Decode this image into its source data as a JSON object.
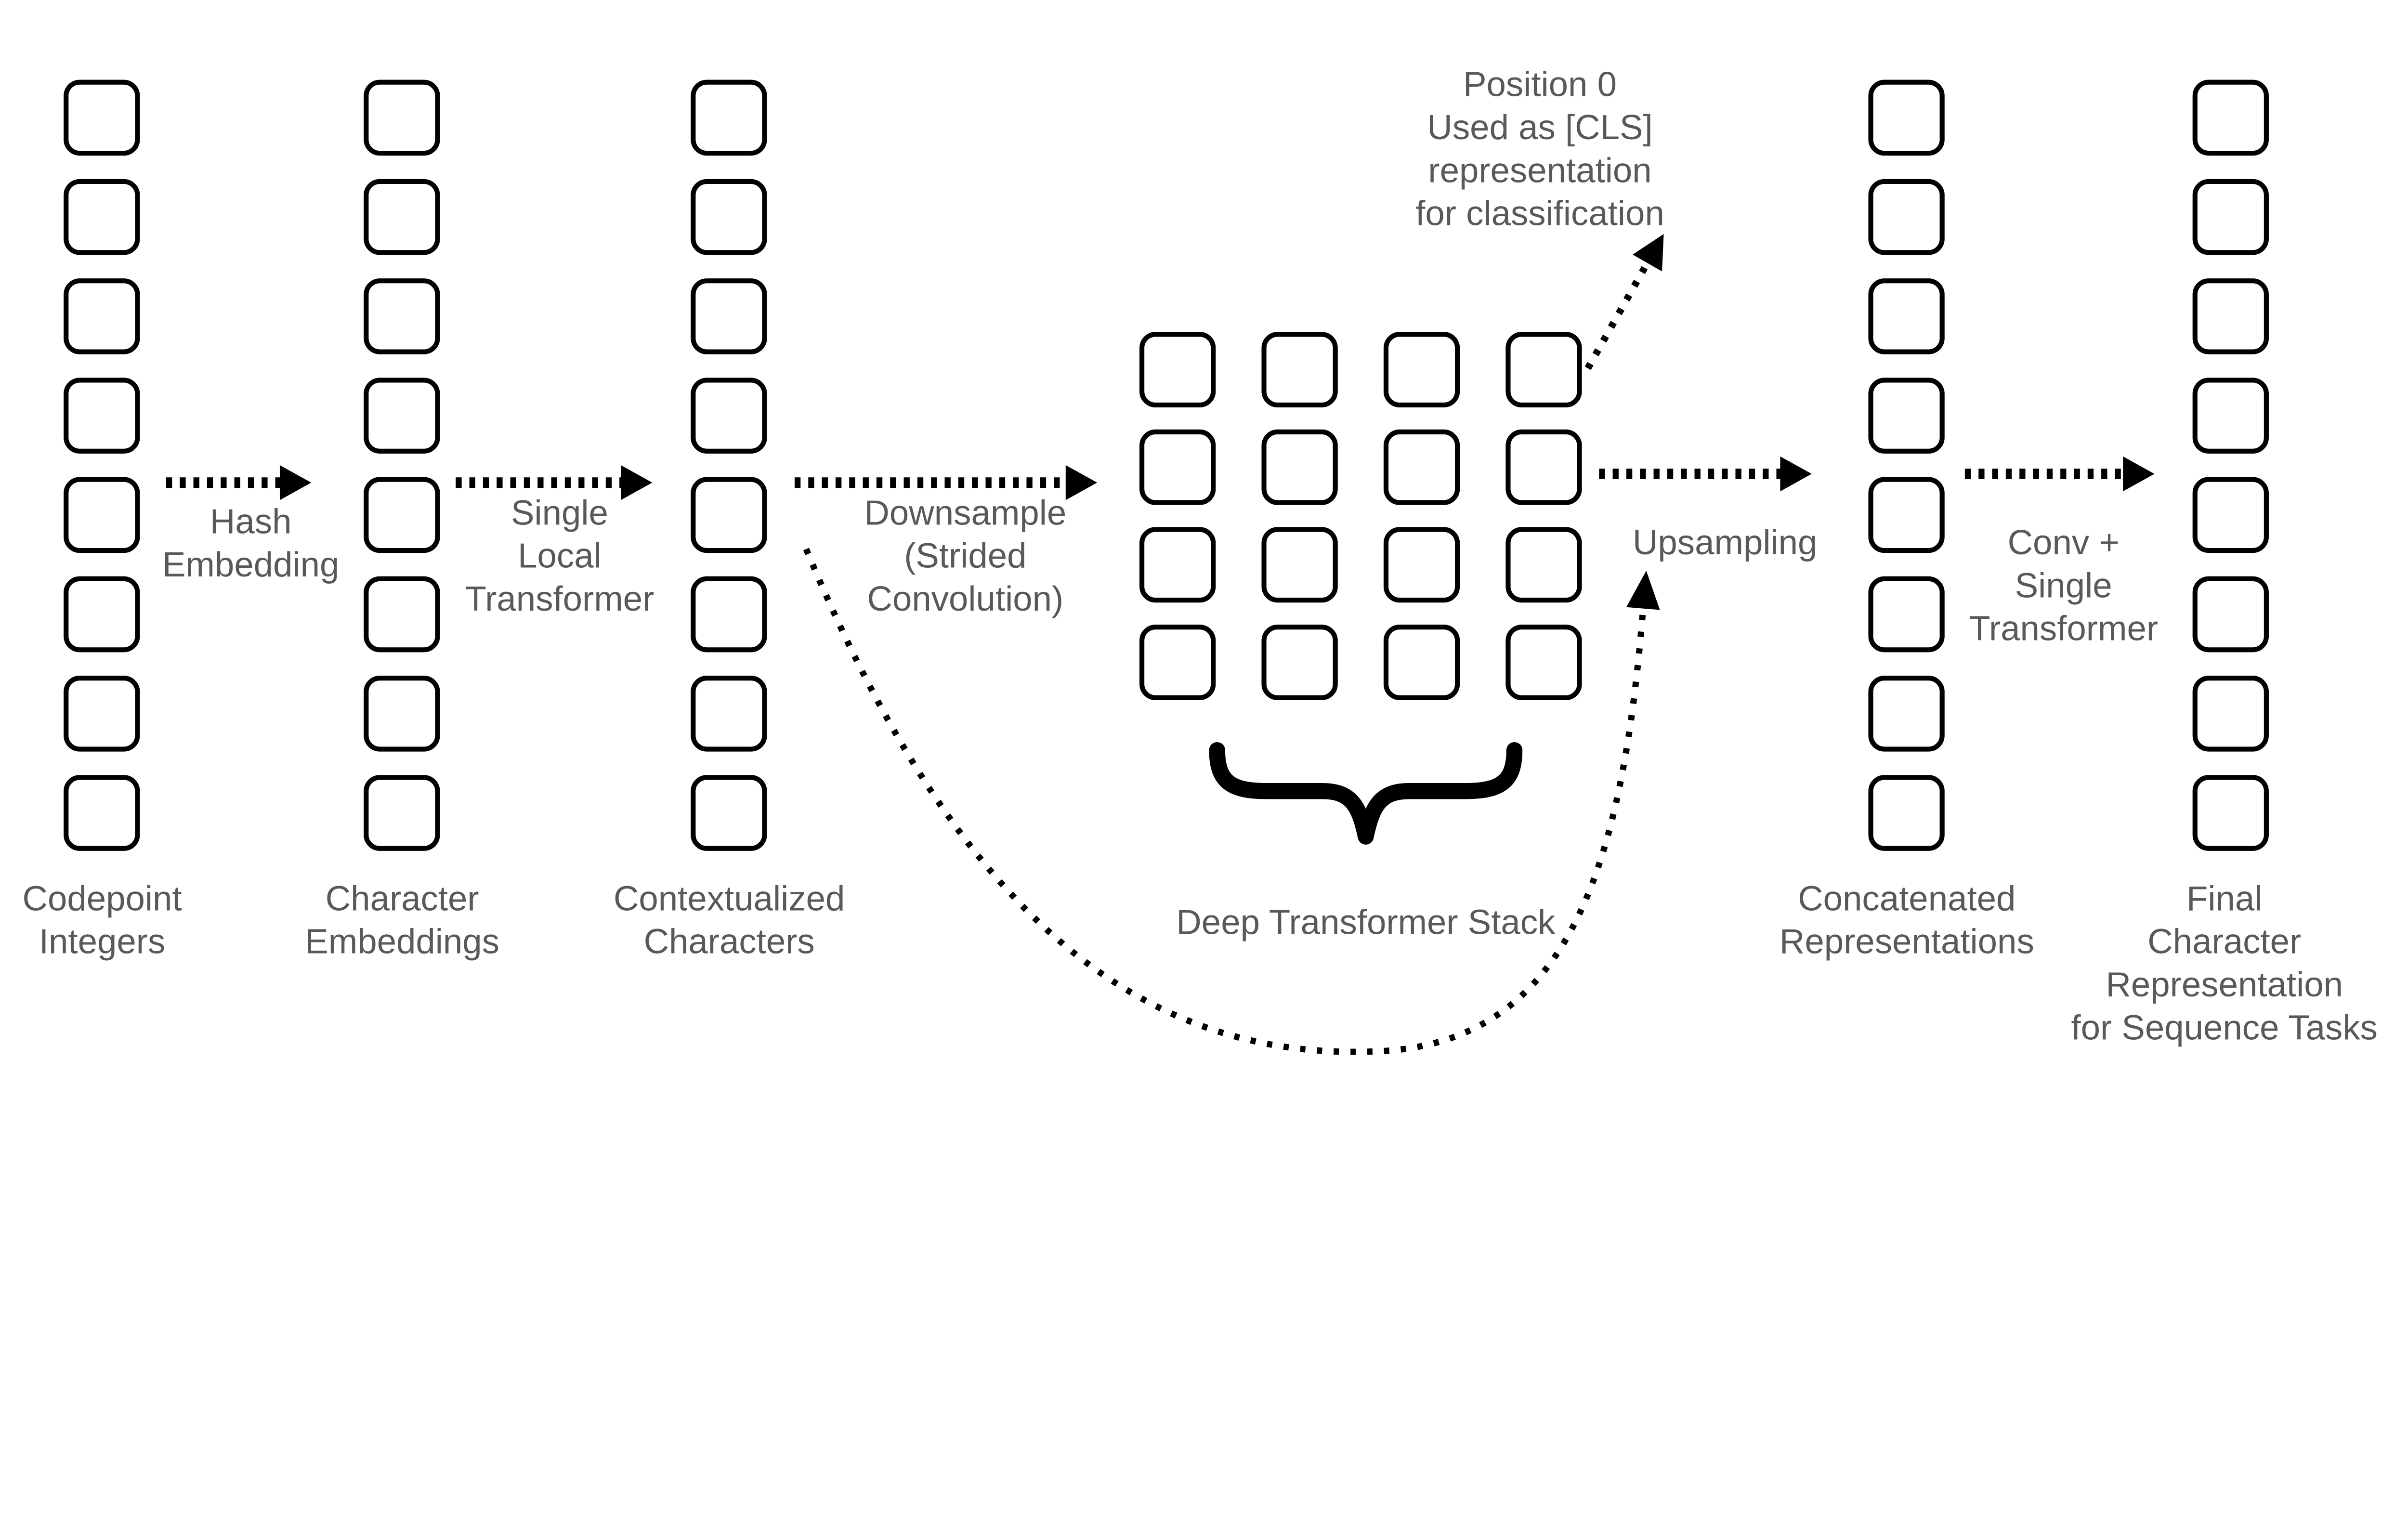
{
  "colors": {
    "background": "#ffffff",
    "text_gray": "#58595b",
    "line_black": "#000000"
  },
  "structure": {
    "character_columns": 5,
    "cells_per_column": 8,
    "grid_rows": 4,
    "grid_cols": 4
  },
  "labels": {
    "codepoint": [
      "Codepoint",
      "Integers"
    ],
    "character": [
      "Character",
      "Embeddings"
    ],
    "contextualized": [
      "Contextualized",
      "Characters"
    ],
    "deep_stack": "Deep Transformer Stack",
    "concatenated": [
      "Concatenated",
      "Representations"
    ],
    "final": [
      "Final",
      "Character",
      "Representation",
      "for Sequence Tasks"
    ],
    "hash": [
      "Hash",
      "Embedding"
    ],
    "single_local": [
      "Single",
      "Local",
      "Transformer"
    ],
    "downsample": [
      "Downsample",
      "(Strided",
      "Convolution)"
    ],
    "upsampling": [
      "Upsampling"
    ],
    "conv_single": [
      "Conv +",
      "Single",
      "Transformer"
    ],
    "cls_note": [
      "Position 0",
      "Used as [CLS]",
      "representation",
      "for classification"
    ]
  },
  "arrows": [
    {
      "id": "hash-embedding-arrow",
      "from": "codepoint-integers-column",
      "to": "character-embeddings-column",
      "style": "dotted"
    },
    {
      "id": "single-local-transformer-arrow",
      "from": "character-embeddings-column",
      "to": "contextualized-characters-column",
      "style": "dotted"
    },
    {
      "id": "downsample-arrow",
      "from": "contextualized-characters-column",
      "to": "deep-transformer-grid",
      "style": "dotted"
    },
    {
      "id": "upsample-arrow",
      "from": "deep-transformer-grid",
      "to": "concatenated-representations-column",
      "style": "dotted"
    },
    {
      "id": "conv-single-transformer-arrow",
      "from": "concatenated-representations-column",
      "to": "final-representation-column",
      "style": "dotted"
    },
    {
      "id": "cls-arrow",
      "from": "deep-transformer-grid",
      "to": "cls-note",
      "style": "dotted"
    },
    {
      "id": "upsampling-curve-arrow",
      "from": "contextualized-characters-column",
      "to": "upsampling-label",
      "style": "dotted-curve"
    }
  ]
}
